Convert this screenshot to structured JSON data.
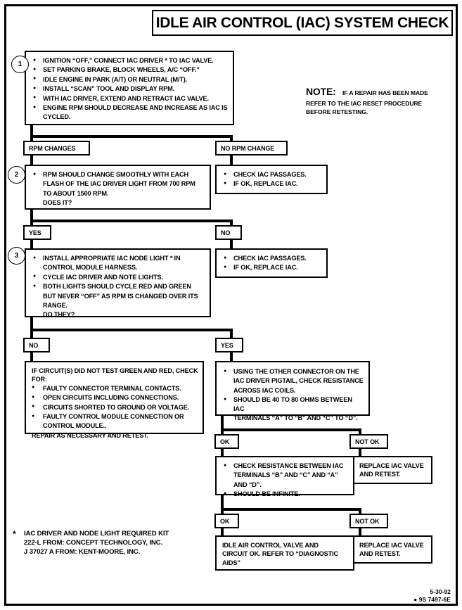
{
  "document": {
    "title": "IDLE AIR CONTROL (IAC) SYSTEM CHECK",
    "note_label": "NOTE:",
    "note_body_line1": "IF A REPAIR HAS BEEN MADE",
    "note_body_line2": "REFER TO THE IAC RESET PROCEDURE",
    "note_body_line3": "BEFORE RETESTING.",
    "footnote": {
      "marker": "*",
      "line1": "IAC DRIVER AND NODE LIGHT REQUIRED KIT",
      "line2": "222-L FROM:  CONCEPT TECHNOLOGY, INC.",
      "line3": "J 37027 A FROM:  KENT-MOORE, INC."
    },
    "stamp": {
      "date": "5-30-92",
      "code": "● 9S 7497-6E"
    }
  },
  "steps": {
    "step1": {
      "number": "1",
      "items": [
        "IGNITION “OFF,” CONNECT IAC DRIVER * TO IAC VALVE.",
        "SET PARKING BRAKE, BLOCK WHEELS, A/C “OFF.”",
        "IDLE ENGINE IN PARK (A/T) OR NEUTRAL (M/T).",
        "INSTALL “SCAN” TOOL AND DISPLAY RPM.",
        "WITH IAC DRIVER, EXTEND AND RETRACT IAC VALVE.",
        "ENGINE RPM SHOULD DECREASE AND INCREASE AS IAC IS",
        "CYCLED."
      ]
    },
    "step2": {
      "number": "2",
      "items": [
        "RPM SHOULD CHANGE SMOOTHLY WITH EACH",
        "FLASH OF THE IAC DRIVER LIGHT FROM 700 RPM",
        "TO ABOUT 1500 RPM.",
        "DOES IT?"
      ]
    },
    "step3": {
      "number": "3",
      "items": [
        "INSTALL APPROPRIATE IAC NODE LIGHT * IN",
        "CONTROL MODULE HARNESS.",
        "CYCLE IAC DRIVER AND NOTE LIGHTS.",
        "BOTH LIGHTS SHOULD CYCLE RED AND GREEN",
        "BUT NEVER “OFF” AS RPM IS CHANGED OVER ITS",
        "RANGE.",
        "DO THEY?"
      ]
    }
  },
  "branch_labels": {
    "rpm_changes": "RPM CHANGES",
    "no_rpm_change": "NO RPM CHANGE",
    "yes_1": "YES",
    "no_1": "NO",
    "no_2": "NO",
    "yes_2": "YES",
    "ok_1": "OK",
    "not_ok_1": "NOT OK",
    "ok_2": "OK",
    "not_ok_2": "NOT OK"
  },
  "boxes": {
    "no_rpm_actions": {
      "items": [
        "CHECK IAC PASSAGES.",
        "IF OK, REPLACE IAC."
      ]
    },
    "no_actions_step2": {
      "items": [
        "CHECK IAC PASSAGES.",
        "IF OK, REPLACE IAC."
      ]
    },
    "circuit_fail": {
      "intro_line1": "IF CIRCUIT(S) DID NOT TEST GREEN AND RED, CHECK",
      "intro_line2": "FOR:",
      "items": [
        "FAULTY CONNECTOR TERMINAL CONTACTS.",
        "OPEN CIRCUITS INCLUDING CONNECTIONS.",
        "CIRCUITS SHORTED TO GROUND OR VOLTAGE.",
        "FAULTY CONTROL MODULE CONNECTION OR",
        "CONTROL MODULE.."
      ],
      "closing": "REPAIR AS NECESSARY AND RETEST."
    },
    "resistance_check": {
      "items": [
        "USING THE OTHER CONNECTOR ON THE",
        "IAC DRIVER PIGTAIL, CHECK RESISTANCE",
        "ACROSS IAC COILS.",
        "SHOULD BE 40 TO 80 OHMS BETWEEN IAC",
        "TERMINALS “A” TO “B” AND “C” TO “D”."
      ]
    },
    "replace_valve_1": {
      "line1": "REPLACE IAC VALVE",
      "line2": "AND RETEST."
    },
    "resistance_infinite": {
      "items": [
        "CHECK RESISTANCE BETWEEN IAC",
        "TERMINALS “B” AND “C” AND “A”",
        "AND “D”.",
        "SHOULD BE INFINITE."
      ]
    },
    "replace_valve_2": {
      "line1": "REPLACE IAC VALVE",
      "line2": "AND RETEST."
    },
    "circuit_ok": {
      "line1": "IDLE AIR CONTROL VALVE AND",
      "line2": "CIRCUIT OK.  REFER TO “DIAGNOSTIC",
      "line3": "AIDS”"
    }
  },
  "colors": {
    "ink": "#000000",
    "paper": "#ffffff"
  }
}
